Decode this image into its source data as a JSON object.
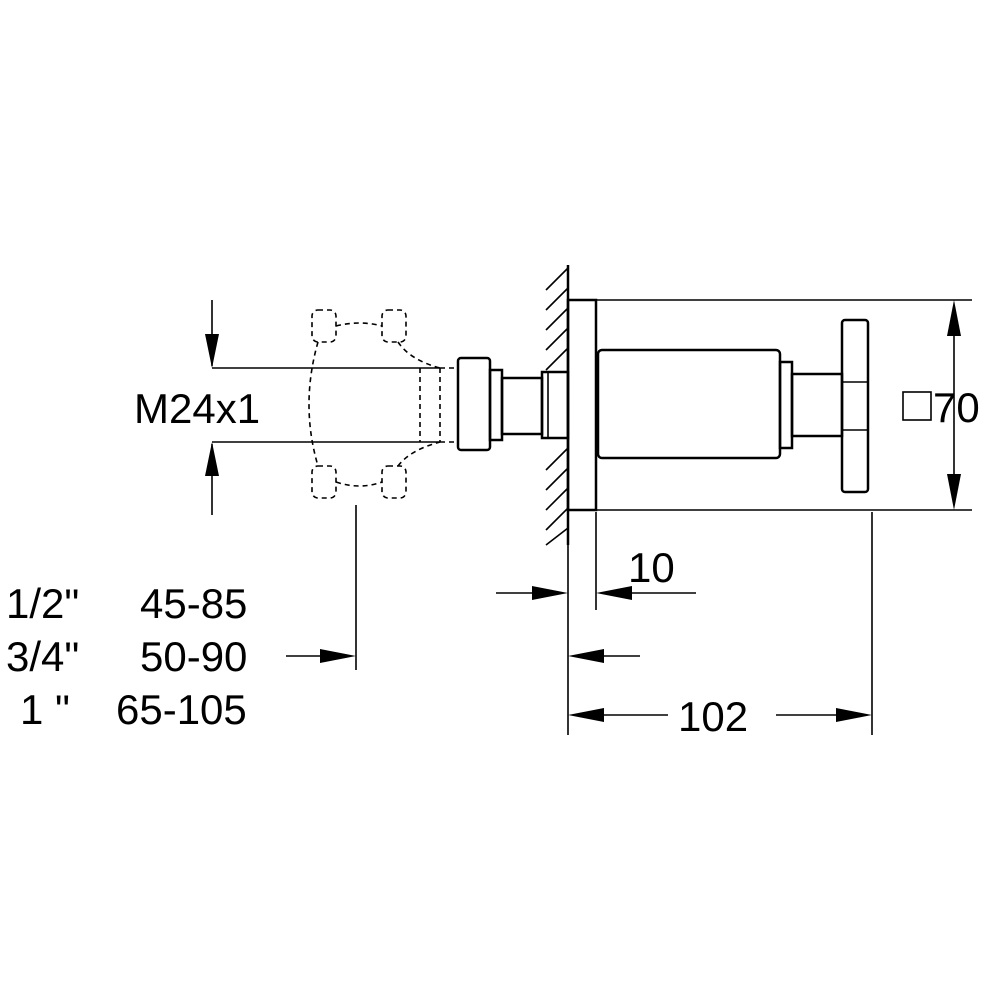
{
  "labels": {
    "thread": "M24x1",
    "square": "70",
    "dim_plate": "10",
    "dim_total": "102"
  },
  "connection_table": [
    {
      "size": "1/2\"",
      "range": "45-85"
    },
    {
      "size": "3/4\"",
      "range": "50-90"
    },
    {
      "size": "1 \"",
      "range": "65-105"
    }
  ]
}
